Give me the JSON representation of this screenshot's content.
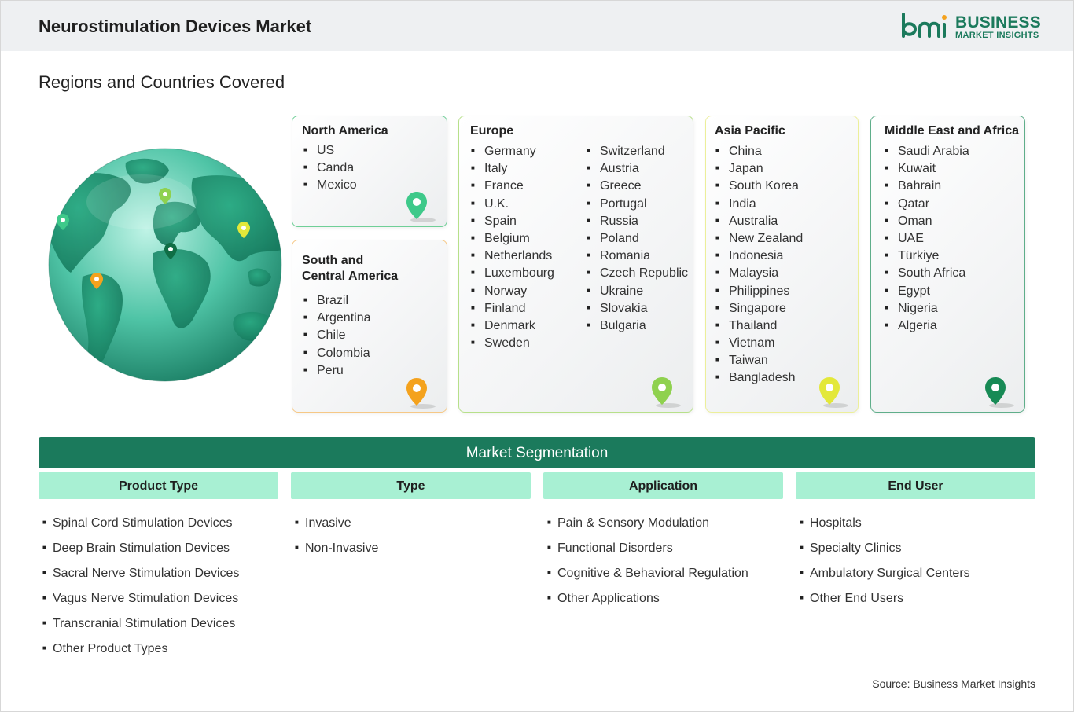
{
  "header": {
    "title": "Neurostimulation Devices Market"
  },
  "logo": {
    "line1": "BUSINESS",
    "line2": "MARKET INSIGHTS"
  },
  "section_title": "Regions and Countries Covered",
  "colors": {
    "brand_green": "#1b7a5c",
    "segment_header": "#a8f0d3"
  },
  "regions": {
    "north_america": {
      "title": "North America",
      "countries": [
        "US",
        "Canda",
        "Mexico"
      ],
      "pin_color": "#3ec98a",
      "border_color": "#6fcf97"
    },
    "south_central_america": {
      "title_line1": "South and",
      "title_line2": "Central America",
      "countries": [
        "Brazil",
        "Argentina",
        "Chile",
        "Colombia",
        "Peru"
      ],
      "pin_color": "#f4a21d",
      "border_color": "#f6c886"
    },
    "europe": {
      "title": "Europe",
      "col1": [
        "Germany",
        "Italy",
        "France",
        "U.K.",
        "Spain",
        "Belgium",
        "Netherlands",
        "Luxembourg",
        "Norway",
        "Finland",
        "Denmark",
        "Sweden"
      ],
      "col2": [
        "Switzerland",
        "Austria",
        "Greece",
        "Portugal",
        "Russia",
        "Poland",
        "Romania",
        "Czech Republic",
        "Ukraine",
        "Slovakia",
        "Bulgaria"
      ],
      "pin_color": "#8fd14f",
      "border_color": "#b7e08a"
    },
    "asia_pacific": {
      "title": "Asia Pacific",
      "countries": [
        "China",
        "Japan",
        "South Korea",
        "India",
        "Australia",
        "New Zealand",
        "Indonesia",
        "Malaysia",
        "Philippines",
        "Singapore",
        "Thailand",
        "Vietnam",
        "Taiwan",
        "Bangladesh"
      ],
      "pin_color": "#e3e83a",
      "border_color": "#ecef9a"
    },
    "middle_east_africa": {
      "title": "Middle East and Africa",
      "countries": [
        "Saudi Arabia",
        "Kuwait",
        "Bahrain",
        "Qatar",
        "Oman",
        "UAE",
        "Türkiye",
        "South Africa",
        "Egypt",
        "Nigeria",
        "Algeria"
      ],
      "pin_color": "#178a55",
      "border_color": "#5fae8a"
    }
  },
  "segmentation": {
    "title": "Market Segmentation",
    "columns": [
      {
        "header": "Product Type",
        "items": [
          "Spinal Cord Stimulation Devices",
          "Deep Brain Stimulation Devices",
          "Sacral Nerve Stimulation Devices",
          "Vagus Nerve Stimulation Devices",
          "Transcranial Stimulation Devices",
          "Other Product Types"
        ]
      },
      {
        "header": "Type",
        "items": [
          "Invasive",
          "Non-Invasive"
        ]
      },
      {
        "header": "Application",
        "items": [
          "Pain & Sensory Modulation",
          "Functional Disorders",
          "Cognitive & Behavioral Regulation",
          "Other Applications"
        ]
      },
      {
        "header": "End User",
        "items": [
          "Hospitals",
          "Specialty Clinics",
          "Ambulatory Surgical Centers",
          "Other End Users"
        ]
      }
    ]
  },
  "source": "Source: Business Market Insights"
}
